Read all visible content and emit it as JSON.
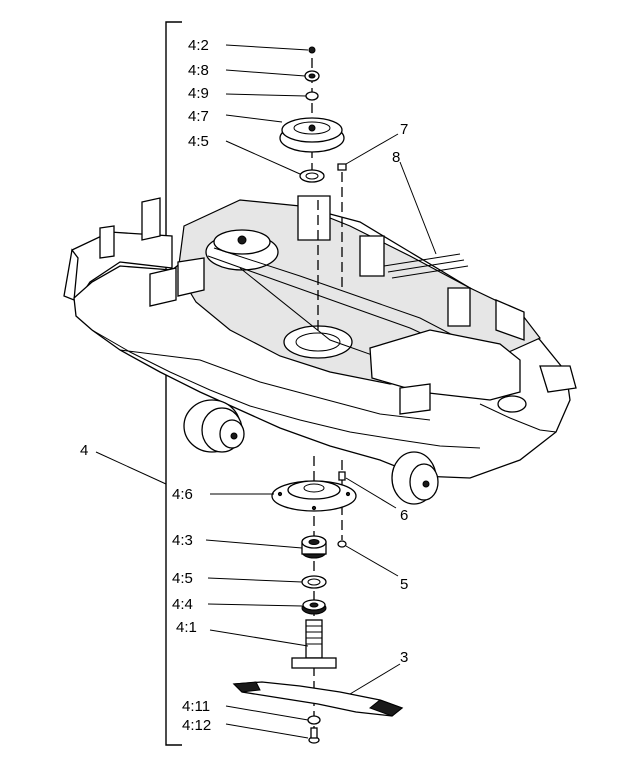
{
  "diagram": {
    "callouts": [
      {
        "id": "c-4-2",
        "label": "4:2"
      },
      {
        "id": "c-4-8",
        "label": "4:8"
      },
      {
        "id": "c-4-9",
        "label": "4:9"
      },
      {
        "id": "c-4-7",
        "label": "4:7"
      },
      {
        "id": "c-4-5a",
        "label": "4:5"
      },
      {
        "id": "c-7",
        "label": "7"
      },
      {
        "id": "c-8",
        "label": "8"
      },
      {
        "id": "c-4",
        "label": "4"
      },
      {
        "id": "c-4-6",
        "label": "4:6"
      },
      {
        "id": "c-6",
        "label": "6"
      },
      {
        "id": "c-4-3",
        "label": "4:3"
      },
      {
        "id": "c-5",
        "label": "5"
      },
      {
        "id": "c-4-5b",
        "label": "4:5"
      },
      {
        "id": "c-4-4",
        "label": "4:4"
      },
      {
        "id": "c-4-1",
        "label": "4:1"
      },
      {
        "id": "c-3",
        "label": "3"
      },
      {
        "id": "c-4-11",
        "label": "4:11"
      },
      {
        "id": "c-4-12",
        "label": "4:12"
      }
    ]
  }
}
